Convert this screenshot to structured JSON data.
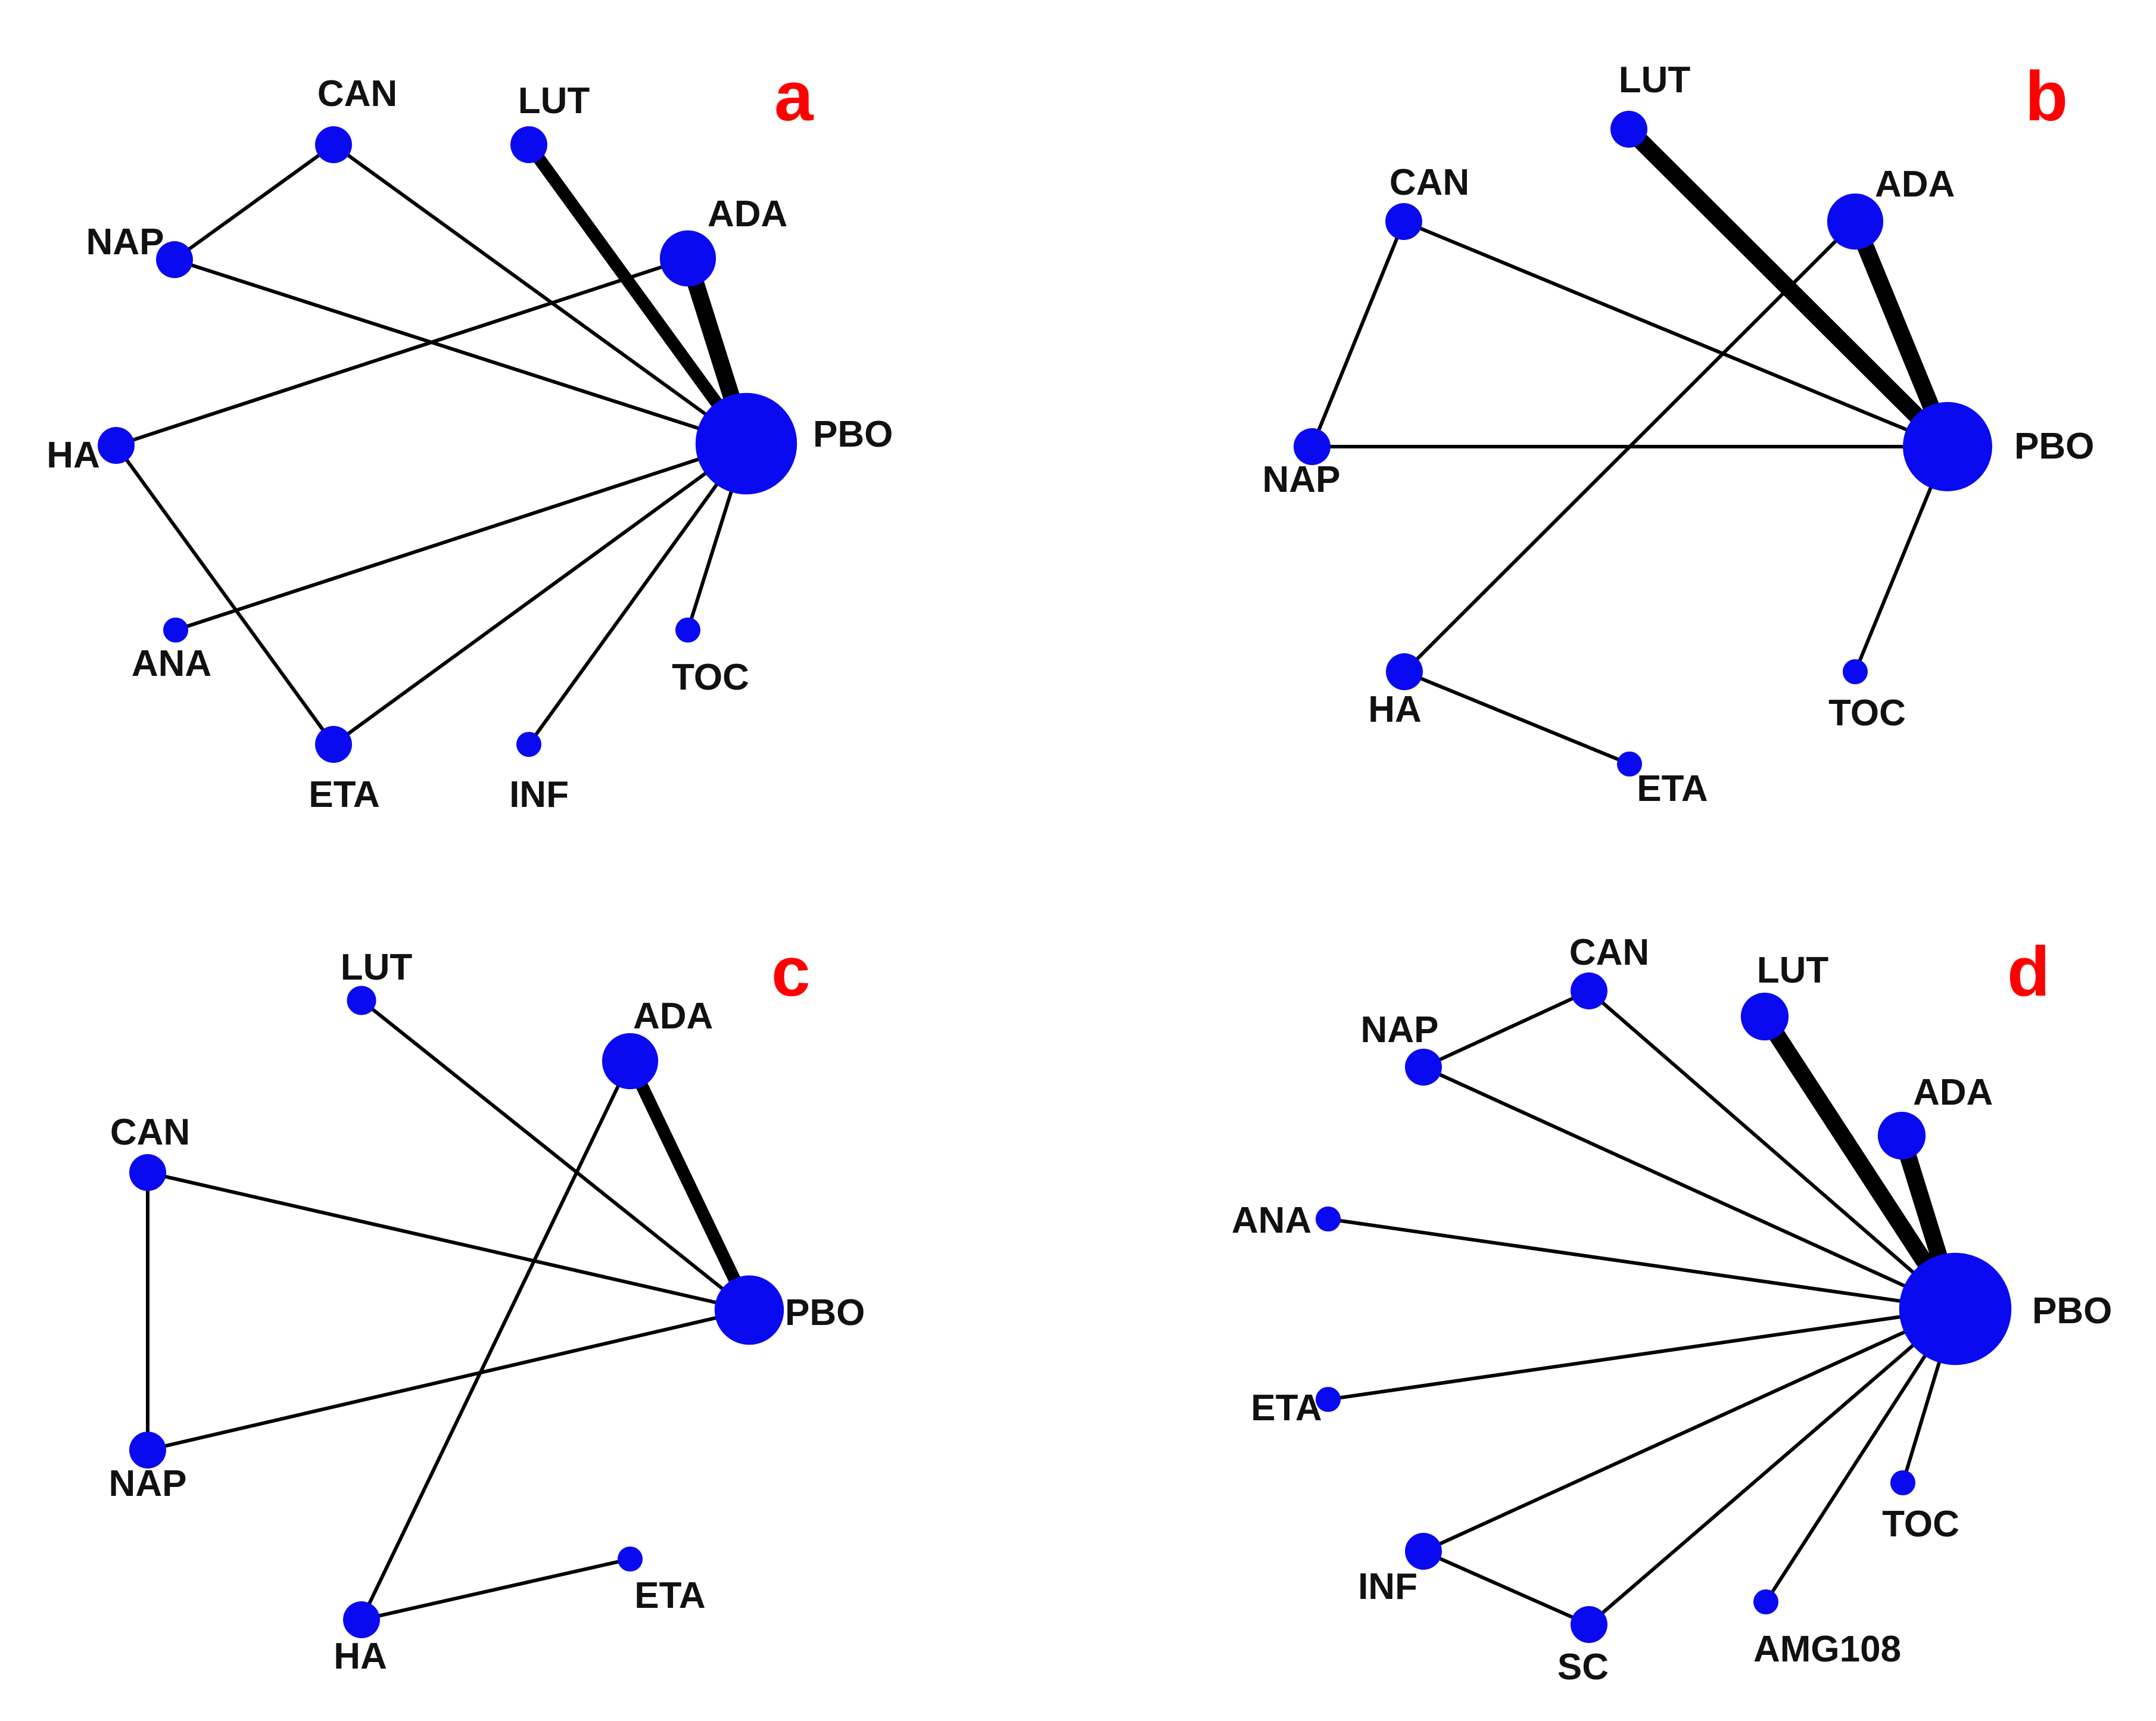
{
  "colors": {
    "node": "#0a0af0",
    "edge": "#000000",
    "panel_letter": "#ff0000",
    "background": "#ffffff"
  },
  "panels": [
    {
      "id": "a",
      "letter": "a",
      "nodes": [
        {
          "id": "CAN",
          "label": "CAN",
          "weight": 1
        },
        {
          "id": "LUT",
          "label": "LUT",
          "weight": 1
        },
        {
          "id": "ADA",
          "label": "ADA",
          "weight": 3
        },
        {
          "id": "NAP",
          "label": "NAP",
          "weight": 1
        },
        {
          "id": "HA",
          "label": "HA",
          "weight": 1
        },
        {
          "id": "PBO",
          "label": "PBO",
          "weight": 12
        },
        {
          "id": "ANA",
          "label": "ANA",
          "weight": 0.3
        },
        {
          "id": "TOC",
          "label": "TOC",
          "weight": 0.3
        },
        {
          "id": "ETA",
          "label": "ETA",
          "weight": 1
        },
        {
          "id": "INF",
          "label": "INF",
          "weight": 0.3
        }
      ],
      "edges": [
        {
          "from": "CAN",
          "to": "NAP",
          "weight": 1
        },
        {
          "from": "CAN",
          "to": "PBO",
          "weight": 1
        },
        {
          "from": "NAP",
          "to": "PBO",
          "weight": 1
        },
        {
          "from": "LUT",
          "to": "PBO",
          "weight": 3
        },
        {
          "from": "ADA",
          "to": "PBO",
          "weight": 4
        },
        {
          "from": "HA",
          "to": "ADA",
          "weight": 1
        },
        {
          "from": "HA",
          "to": "ETA",
          "weight": 1
        },
        {
          "from": "ANA",
          "to": "PBO",
          "weight": 1
        },
        {
          "from": "ETA",
          "to": "PBO",
          "weight": 1
        },
        {
          "from": "INF",
          "to": "PBO",
          "weight": 1
        },
        {
          "from": "TOC",
          "to": "PBO",
          "weight": 1
        }
      ]
    },
    {
      "id": "b",
      "letter": "b",
      "nodes": [
        {
          "id": "LUT",
          "label": "LUT",
          "weight": 1
        },
        {
          "id": "CAN",
          "label": "CAN",
          "weight": 1
        },
        {
          "id": "ADA",
          "label": "ADA",
          "weight": 3
        },
        {
          "id": "NAP",
          "label": "NAP",
          "weight": 1
        },
        {
          "id": "PBO",
          "label": "PBO",
          "weight": 9
        },
        {
          "id": "HA",
          "label": "HA",
          "weight": 1
        },
        {
          "id": "TOC",
          "label": "TOC",
          "weight": 0.3
        },
        {
          "id": "ETA",
          "label": "ETA",
          "weight": 0.3
        }
      ],
      "edges": [
        {
          "from": "LUT",
          "to": "PBO",
          "weight": 4
        },
        {
          "from": "ADA",
          "to": "PBO",
          "weight": 4
        },
        {
          "from": "CAN",
          "to": "PBO",
          "weight": 1
        },
        {
          "from": "CAN",
          "to": "NAP",
          "weight": 1
        },
        {
          "from": "NAP",
          "to": "PBO",
          "weight": 1
        },
        {
          "from": "HA",
          "to": "ADA",
          "weight": 1
        },
        {
          "from": "HA",
          "to": "ETA",
          "weight": 1
        },
        {
          "from": "TOC",
          "to": "PBO",
          "weight": 1
        }
      ]
    },
    {
      "id": "c",
      "letter": "c",
      "nodes": [
        {
          "id": "LUT",
          "label": "LUT",
          "weight": 0.5
        },
        {
          "id": "ADA",
          "label": "ADA",
          "weight": 3
        },
        {
          "id": "CAN",
          "label": "CAN",
          "weight": 1
        },
        {
          "id": "PBO",
          "label": "PBO",
          "weight": 5
        },
        {
          "id": "NAP",
          "label": "NAP",
          "weight": 1
        },
        {
          "id": "ETA",
          "label": "ETA",
          "weight": 0.3
        },
        {
          "id": "HA",
          "label": "HA",
          "weight": 1
        }
      ],
      "edges": [
        {
          "from": "LUT",
          "to": "PBO",
          "weight": 1
        },
        {
          "from": "ADA",
          "to": "PBO",
          "weight": 3
        },
        {
          "from": "CAN",
          "to": "PBO",
          "weight": 1
        },
        {
          "from": "CAN",
          "to": "NAP",
          "weight": 1
        },
        {
          "from": "NAP",
          "to": "PBO",
          "weight": 1
        },
        {
          "from": "HA",
          "to": "ADA",
          "weight": 1
        },
        {
          "from": "HA",
          "to": "ETA",
          "weight": 1
        }
      ]
    },
    {
      "id": "d",
      "letter": "d",
      "nodes": [
        {
          "id": "CAN",
          "label": "CAN",
          "weight": 1
        },
        {
          "id": "LUT",
          "label": "LUT",
          "weight": 2
        },
        {
          "id": "NAP",
          "label": "NAP",
          "weight": 1
        },
        {
          "id": "ADA",
          "label": "ADA",
          "weight": 2
        },
        {
          "id": "ANA",
          "label": "ANA",
          "weight": 0.3
        },
        {
          "id": "PBO",
          "label": "PBO",
          "weight": 15
        },
        {
          "id": "ETA",
          "label": "ETA",
          "weight": 0.3
        },
        {
          "id": "TOC",
          "label": "TOC",
          "weight": 0.3
        },
        {
          "id": "INF",
          "label": "INF",
          "weight": 1
        },
        {
          "id": "SC",
          "label": "SC",
          "weight": 1
        },
        {
          "id": "AMG108",
          "label": "AMG108",
          "weight": 0.3
        }
      ],
      "edges": [
        {
          "from": "CAN",
          "to": "NAP",
          "weight": 1
        },
        {
          "from": "CAN",
          "to": "PBO",
          "weight": 1
        },
        {
          "from": "NAP",
          "to": "PBO",
          "weight": 1
        },
        {
          "from": "LUT",
          "to": "PBO",
          "weight": 4
        },
        {
          "from": "ADA",
          "to": "PBO",
          "weight": 4
        },
        {
          "from": "ANA",
          "to": "PBO",
          "weight": 1
        },
        {
          "from": "ETA",
          "to": "PBO",
          "weight": 1
        },
        {
          "from": "INF",
          "to": "PBO",
          "weight": 1
        },
        {
          "from": "INF",
          "to": "SC",
          "weight": 1
        },
        {
          "from": "SC",
          "to": "PBO",
          "weight": 1
        },
        {
          "from": "AMG108",
          "to": "PBO",
          "weight": 1
        },
        {
          "from": "TOC",
          "to": "PBO",
          "weight": 1
        }
      ]
    }
  ]
}
